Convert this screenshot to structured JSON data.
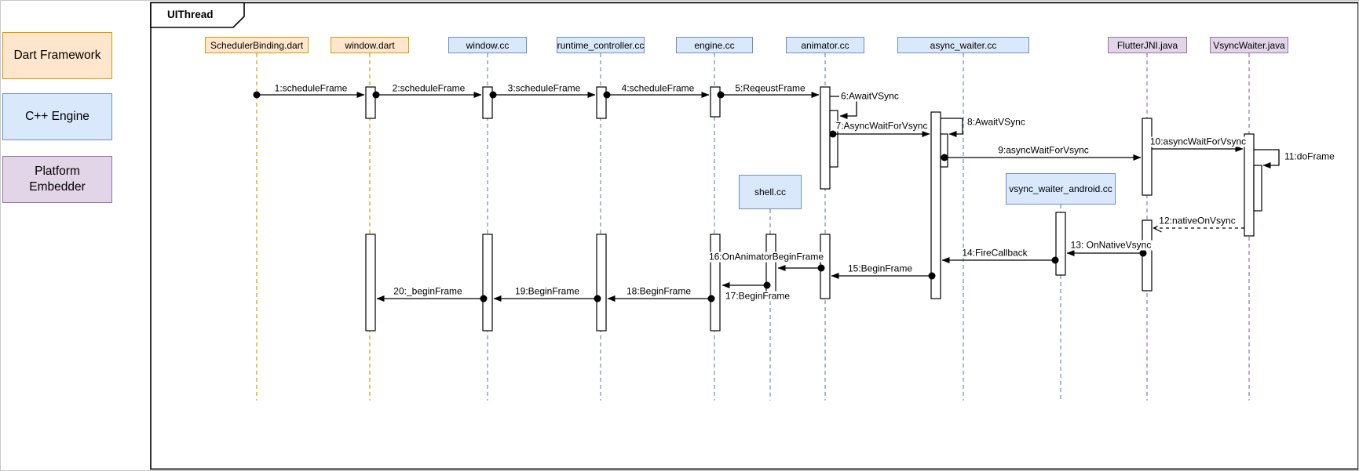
{
  "frame": {
    "title": "UIThread"
  },
  "legend": [
    {
      "label": "Dart Framework",
      "fill": "#FFE6CC",
      "stroke": "#D79B00"
    },
    {
      "label": "C++ Engine",
      "fill": "#DAE8FC",
      "stroke": "#6C8EBF"
    },
    {
      "label": "Platform Embedder",
      "fill": "#E1D5E7",
      "stroke": "#9673A6"
    }
  ],
  "lifelines": [
    {
      "label": "SchedulerBinding.dart",
      "tier": "dart"
    },
    {
      "label": "window.dart",
      "tier": "dart"
    },
    {
      "label": "window.cc",
      "tier": "engine"
    },
    {
      "label": "runtime_controller.cc",
      "tier": "engine"
    },
    {
      "label": "engine.cc",
      "tier": "engine"
    },
    {
      "label": "animator.cc",
      "tier": "engine"
    },
    {
      "label": "async_waiter.cc",
      "tier": "engine"
    },
    {
      "label": "FlutterJNI.java",
      "tier": "platform"
    },
    {
      "label": "VsyncWaiter.java",
      "tier": "platform"
    }
  ],
  "inline_participants": [
    {
      "label": "shell.cc",
      "tier": "engine"
    },
    {
      "label": "vsync_waiter_android.cc",
      "tier": "engine"
    }
  ],
  "messages": [
    {
      "num": 1,
      "text": "1:scheduleFrame",
      "from": "SchedulerBinding.dart",
      "to": "window.dart",
      "kind": "sync"
    },
    {
      "num": 2,
      "text": "2:scheduleFrame",
      "from": "window.dart",
      "to": "window.cc",
      "kind": "sync"
    },
    {
      "num": 3,
      "text": "3:scheduleFrame",
      "from": "window.cc",
      "to": "runtime_controller.cc",
      "kind": "sync"
    },
    {
      "num": 4,
      "text": "4:scheduleFrame",
      "from": "runtime_controller.cc",
      "to": "engine.cc",
      "kind": "sync"
    },
    {
      "num": 5,
      "text": "5:ReqeustFrame",
      "from": "engine.cc",
      "to": "animator.cc",
      "kind": "sync"
    },
    {
      "num": 6,
      "text": "6:AwaitVSync",
      "from": "animator.cc",
      "to": "animator.cc",
      "kind": "self"
    },
    {
      "num": 7,
      "text": "7:AsyncWaitForVsync",
      "from": "animator.cc",
      "to": "async_waiter.cc",
      "kind": "sync"
    },
    {
      "num": 8,
      "text": "8:AwaitVSync",
      "from": "async_waiter.cc",
      "to": "async_waiter.cc",
      "kind": "self"
    },
    {
      "num": 9,
      "text": "9:asyncWaitForVsync",
      "from": "async_waiter.cc",
      "to": "FlutterJNI.java",
      "kind": "sync"
    },
    {
      "num": 10,
      "text": "10:asyncWaitForVsync",
      "from": "FlutterJNI.java",
      "to": "VsyncWaiter.java",
      "kind": "sync"
    },
    {
      "num": 11,
      "text": "11:doFrame",
      "from": "VsyncWaiter.java",
      "to": "VsyncWaiter.java",
      "kind": "self"
    },
    {
      "num": 12,
      "text": "12:nativeOnVsync",
      "from": "VsyncWaiter.java",
      "to": "FlutterJNI.java",
      "kind": "dashed-return"
    },
    {
      "num": 13,
      "text": "13: OnNativeVsync",
      "from": "FlutterJNI.java",
      "to": "vsync_waiter_android.cc",
      "kind": "sync"
    },
    {
      "num": 14,
      "text": "14:FireCallback",
      "from": "vsync_waiter_android.cc",
      "to": "async_waiter.cc",
      "kind": "sync"
    },
    {
      "num": 15,
      "text": "15:BeginFrame",
      "from": "async_waiter.cc",
      "to": "animator.cc",
      "kind": "sync"
    },
    {
      "num": 16,
      "text": "16:OnAnimatorBeginFrame",
      "from": "animator.cc",
      "to": "shell.cc",
      "kind": "sync"
    },
    {
      "num": 17,
      "text": "17:BeginFrame",
      "from": "shell.cc",
      "to": "engine.cc",
      "kind": "sync"
    },
    {
      "num": 18,
      "text": "18:BeginFrame",
      "from": "engine.cc",
      "to": "runtime_controller.cc",
      "kind": "sync"
    },
    {
      "num": 19,
      "text": "19:BeginFrame",
      "from": "runtime_controller.cc",
      "to": "window.cc",
      "kind": "sync"
    },
    {
      "num": 20,
      "text": "20:_beginFrame",
      "from": "window.cc",
      "to": "window.dart",
      "kind": "sync"
    }
  ],
  "colors": {
    "dart_fill": "#FFE6CC",
    "dart_stroke": "#D79B00",
    "engine_fill": "#DAE8FC",
    "engine_stroke": "#6C8EBF",
    "platform_fill": "#E1D5E7",
    "platform_stroke": "#9673A6",
    "line": "#000000"
  }
}
